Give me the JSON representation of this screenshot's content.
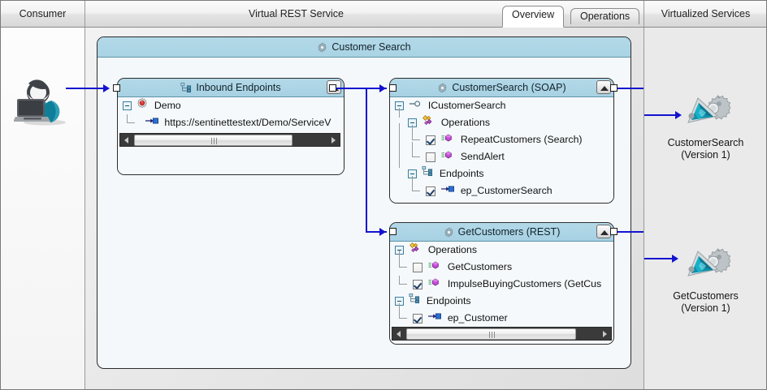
{
  "columns": {
    "consumer_label": "Consumer",
    "center_label": "Virtual REST Service",
    "virtualized_label": "Virtualized Services"
  },
  "tabs": [
    {
      "label": "Overview",
      "active": true
    },
    {
      "label": "Operations",
      "active": false
    }
  ],
  "consumer": {
    "icon": "consumer-user-laptop-icon"
  },
  "group": {
    "title": "Customer Search",
    "icon": "gear-icon"
  },
  "nodes": {
    "inbound": {
      "title": "Inbound Endpoints",
      "icon": "endpoints-icon",
      "collapse_icon": "collapse-up-icon",
      "tree": [
        {
          "label": "Demo",
          "icon": "virtual-service-icon",
          "expander": "minus"
        },
        {
          "label": "https://sentinettestext/Demo/ServiceV",
          "icon": "endpoint-icon"
        }
      ],
      "scrollbar": {
        "left_arrow": "scroll-left-arrow",
        "right_arrow": "scroll-right-arrow"
      }
    },
    "customersearch_soap": {
      "title": "CustomerSearch (SOAP)",
      "icon": "gear-icon",
      "collapse_icon": "collapse-up-icon",
      "tree": [
        {
          "label": "ICustomerSearch",
          "icon": "interface-icon",
          "expander": "minus"
        },
        {
          "label": "Operations",
          "icon": "operations-icon",
          "expander": "minus"
        },
        {
          "label": "RepeatCustomers (Search)",
          "icon": "operation-icon",
          "checked": true
        },
        {
          "label": "SendAlert",
          "icon": "operation-icon",
          "checked": false
        },
        {
          "label": "Endpoints",
          "icon": "endpoints-icon",
          "expander": "minus"
        },
        {
          "label": "ep_CustomerSearch",
          "icon": "endpoint-icon",
          "checked": true
        }
      ]
    },
    "getcustomers_rest": {
      "title": "GetCustomers (REST)",
      "icon": "gear-icon",
      "collapse_icon": "collapse-up-icon",
      "tree": [
        {
          "label": "Operations",
          "icon": "operations-icon",
          "expander": "minus"
        },
        {
          "label": "GetCustomers",
          "icon": "operation-icon",
          "checked": false
        },
        {
          "label": "ImpulseBuyingCustomers (GetCus",
          "icon": "operation-icon",
          "checked": true
        },
        {
          "label": "Endpoints",
          "icon": "endpoints-icon",
          "expander": "minus"
        },
        {
          "label": "ep_Customer",
          "icon": "endpoint-icon",
          "checked": true
        }
      ],
      "scrollbar": {
        "left_arrow": "scroll-left-arrow",
        "right_arrow": "scroll-right-arrow"
      }
    }
  },
  "virtualized_services": [
    {
      "name": "CustomerSearch",
      "version": "(Version 1)",
      "icon": "service-gear-icon"
    },
    {
      "name": "GetCustomers",
      "version": "(Version 1)",
      "icon": "service-gear-icon"
    }
  ],
  "colors": {
    "header_blue": "#aed5e5",
    "connector_blue": "#1313cf",
    "panel_bg": "#f5f9fc",
    "canvas_bg": "#e6e6e6"
  }
}
